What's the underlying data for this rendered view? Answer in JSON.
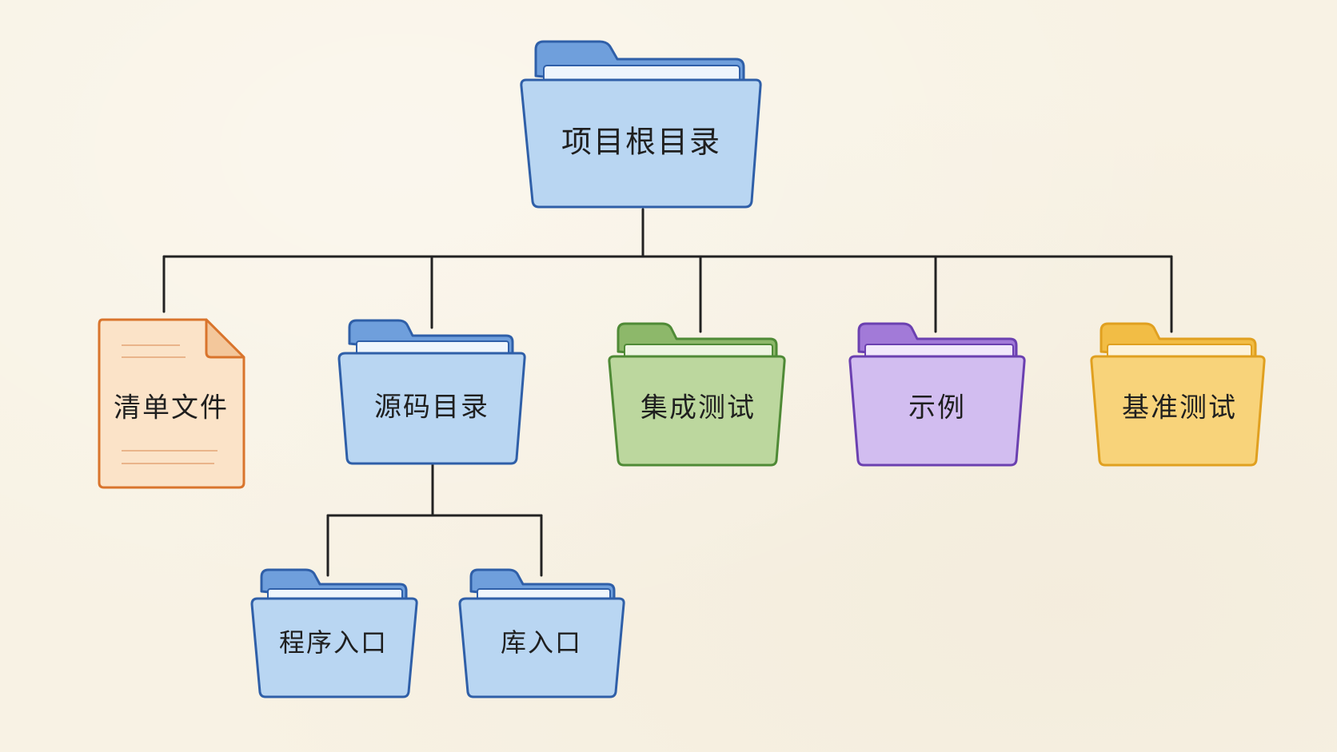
{
  "diagram": {
    "root": {
      "label": "项目根目录",
      "kind": "folder",
      "color": "blue"
    },
    "children": [
      {
        "label": "清单文件",
        "kind": "file",
        "color": "orange"
      },
      {
        "label": "源码目录",
        "kind": "folder",
        "color": "blue"
      },
      {
        "label": "集成测试",
        "kind": "folder",
        "color": "green"
      },
      {
        "label": "示例",
        "kind": "folder",
        "color": "purple"
      },
      {
        "label": "基准测试",
        "kind": "folder",
        "color": "yellow"
      }
    ],
    "grandchildren": [
      {
        "label": "程序入口",
        "kind": "folder",
        "color": "blue"
      },
      {
        "label": "库入口",
        "kind": "folder",
        "color": "blue"
      }
    ]
  },
  "palette": {
    "blue": {
      "fill": "#b9d6f2",
      "tab": "#6f9fdc",
      "stroke": "#2f5fa8"
    },
    "green": {
      "fill": "#bcd79e",
      "tab": "#8db86a",
      "stroke": "#4f8a36"
    },
    "purple": {
      "fill": "#d2bdf0",
      "tab": "#a27ad8",
      "stroke": "#6b40b0"
    },
    "yellow": {
      "fill": "#f8d37a",
      "tab": "#f2bd45",
      "stroke": "#e0a020"
    },
    "orange": {
      "fill": "#fbe3c8",
      "tab": "#f3c79b",
      "stroke": "#d9742c"
    },
    "line": "#222222"
  }
}
